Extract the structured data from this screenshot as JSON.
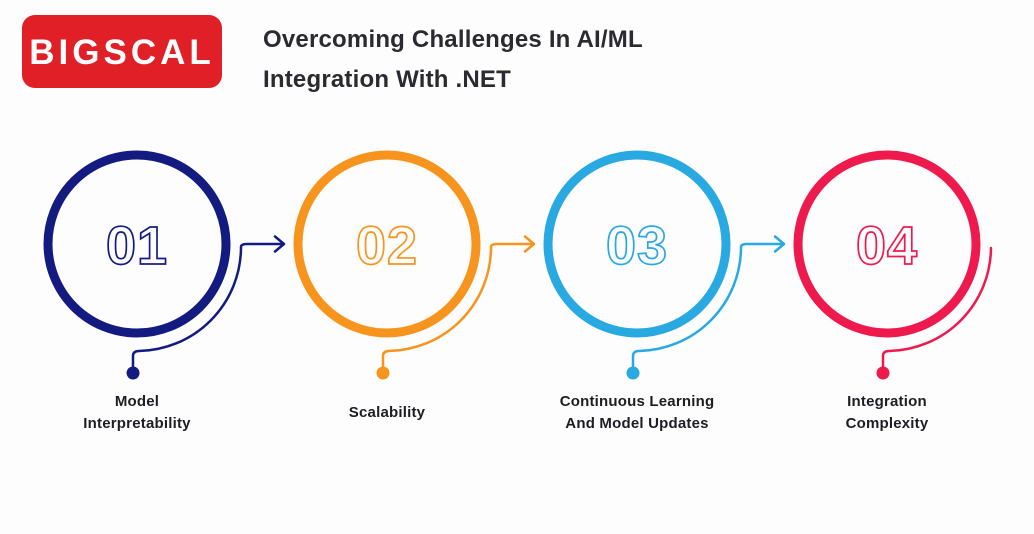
{
  "background": "#fdfdfd",
  "header": {
    "logo_text": "BIGSCAL",
    "logo_bg": "#e01f26",
    "title_line1": "Overcoming Challenges In AI/ML",
    "title_line2": "Integration With .NET"
  },
  "steps": [
    {
      "number": "01",
      "label": "Model\nInterpretability",
      "color": "#141b80"
    },
    {
      "number": "02",
      "label": "Scalability",
      "color": "#f7941d"
    },
    {
      "number": "03",
      "label": "Continuous Learning\nAnd Model Updates",
      "color": "#29a9e1"
    },
    {
      "number": "04",
      "label": "Integration\nComplexity",
      "color": "#ee1a4e"
    }
  ]
}
